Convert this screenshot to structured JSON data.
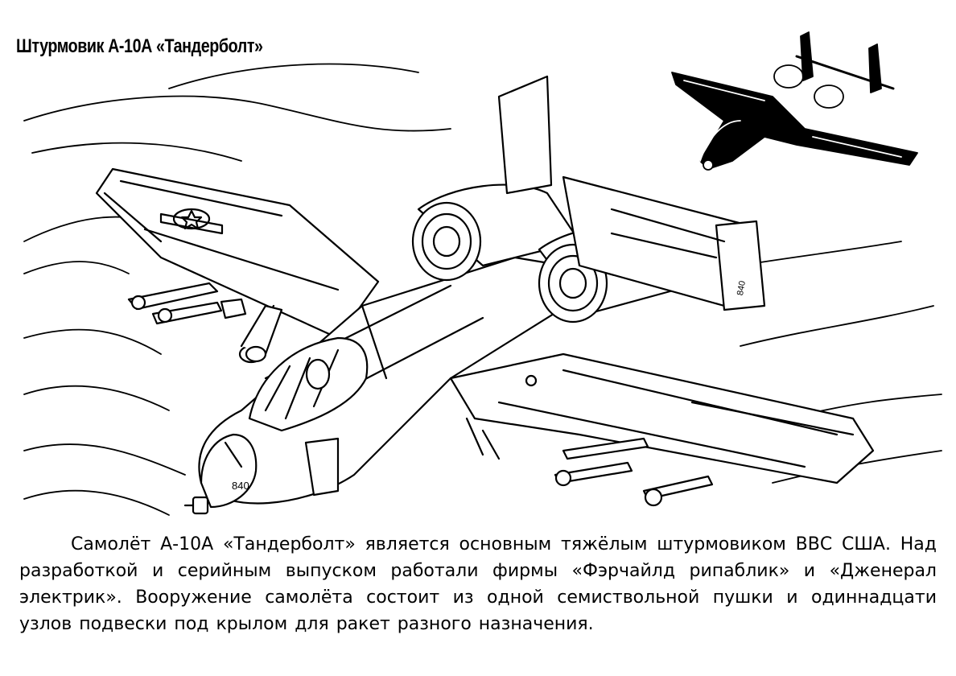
{
  "page": {
    "title": "Штурмовик А-10А «Тандерболт»",
    "caption": "Самолёт А-10А «Тандерболт» является основным тяжёлым штурмовиком ВВС США. Над разработкой и серийным выпуском работали фирмы «Фэрчайлд рипаблик» и «Дженерал электрик». Вооружение самолёта состоит из одной семиствольной пушки и одиннадцати узлов подвески под крылом для ракет разного назначения."
  },
  "illustration": {
    "main_aircraft": "a10-line-drawing",
    "inset_aircraft": "a10-silhouette",
    "nose_number": "840",
    "tail_number": "840"
  },
  "colors": {
    "ink": "#000000",
    "paper": "#ffffff"
  }
}
